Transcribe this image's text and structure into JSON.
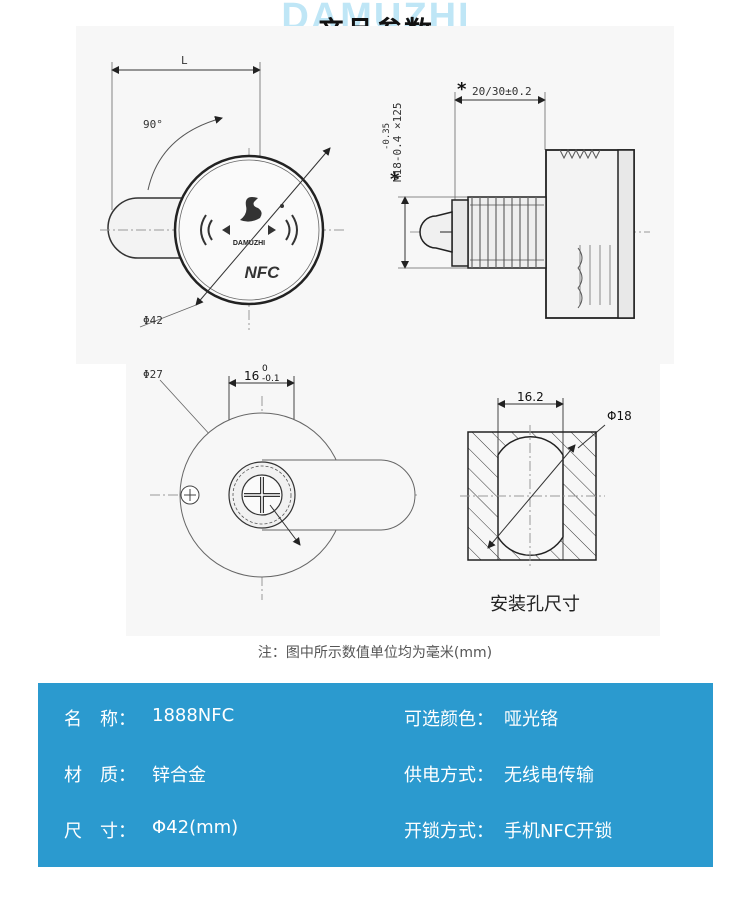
{
  "header": {
    "watermark": "DAMUZHI",
    "title": "产品参数"
  },
  "drawing": {
    "top_view": {
      "dim_length": "L",
      "angle": "90°",
      "logo_text": "DAMUZHI",
      "nfc_text": "NFC",
      "diameter": "Φ42"
    },
    "side_view": {
      "length_label": "20/30±0.2",
      "thread_label": "M18-0.4 ×125",
      "thread_tolerance": "-0.35",
      "star_marker": "*"
    },
    "back_view": {
      "diameter": "Φ27",
      "width_label": "16",
      "width_tol_upper": "0",
      "width_tol_lower": "-0.1"
    },
    "hole_view": {
      "width_label": "16.2",
      "diameter": "Φ18",
      "caption": "安装孔尺寸"
    }
  },
  "note": "注：图中所示数值单位均为毫米(mm)",
  "specs": [
    {
      "label": "名　称：",
      "value": "1888NFC",
      "label2": "可选颜色：",
      "value2": "哑光铬"
    },
    {
      "label": "材　质：",
      "value": "锌合金",
      "label2": "供电方式：",
      "value2": "无线电传输"
    },
    {
      "label": "尺　寸：",
      "value": "Φ42(mm)",
      "label2": "开锁方式：",
      "value2": "手机NFC开锁"
    }
  ],
  "colors": {
    "accent": "#2b9acf",
    "watermark": "#bfe6f6"
  }
}
